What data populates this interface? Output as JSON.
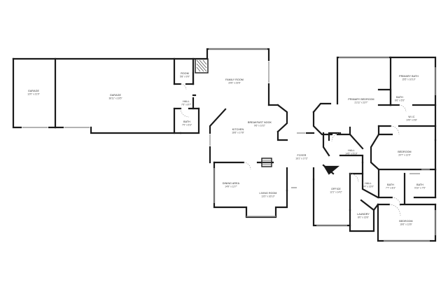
{
  "rooms": [
    {
      "id": "garage-left",
      "name": "GARAGE",
      "dims": "12'0\" x 21'0\""
    },
    {
      "id": "garage-main",
      "name": "GARAGE",
      "dims": "36'11\" x 23'5\""
    },
    {
      "id": "room",
      "name": "ROOM",
      "dims": "5'8\" x 9'9\""
    },
    {
      "id": "hall-west",
      "name": "HALL",
      "dims": "7'6\" x 8'7\""
    },
    {
      "id": "bath-west",
      "name": "BATH",
      "dims": "7'0\" x 6'3\""
    },
    {
      "id": "family-room",
      "name": "FAMILY ROOM",
      "dims": "20'6\" x 23'6\""
    },
    {
      "id": "kitchen",
      "name": "KITCHEN",
      "dims": "16'6\" x 17'8\""
    },
    {
      "id": "breakfast-nook",
      "name": "BREAKFAST NOOK",
      "dims": "9'6\" x 10'2\""
    },
    {
      "id": "dining-area",
      "name": "DINING AREA",
      "dims": "14'9\" x 12'7\""
    },
    {
      "id": "living-room",
      "name": "LIVING ROOM",
      "dims": "13'3\" x 16'10\""
    },
    {
      "id": "foyer",
      "name": "FOYER",
      "dims": "16'1\" x 17'2\""
    },
    {
      "id": "primary-bedroom",
      "name": "PRIMARY BEDROOM",
      "dims": "21'11\" x 23'7\""
    },
    {
      "id": "primary-bath",
      "name": "PRIMARY BATH",
      "dims": "15'5\" x 10'10\""
    },
    {
      "id": "bath-primary",
      "name": "BATH",
      "dims": "6'6\" x 5'5\""
    },
    {
      "id": "wic",
      "name": "W.I.C",
      "dims": "14'9\" x 6'8\""
    },
    {
      "id": "hall-center",
      "name": "HALL",
      "dims": "14'5\" x 5'10\""
    },
    {
      "id": "bedroom-east",
      "name": "BEDROOM",
      "dims": "20'7\" x 12'0\""
    },
    {
      "id": "office",
      "name": "OFFICE",
      "dims": "12'1\" x 14'2\""
    },
    {
      "id": "hall-south",
      "name": "HALL",
      "dims": "3'4\" x 16'0\""
    },
    {
      "id": "bath-south-a",
      "name": "BATH",
      "dims": "7'7\" x 8'3\""
    },
    {
      "id": "bath-south-b",
      "name": "BATH",
      "dims": "9'10\" x 7'5\""
    },
    {
      "id": "laundry",
      "name": "LAUNDRY",
      "dims": "8'0\" x 16'6\""
    },
    {
      "id": "bedroom-south",
      "name": "BEDROOM",
      "dims": "16'6\" x 13'6\""
    }
  ]
}
